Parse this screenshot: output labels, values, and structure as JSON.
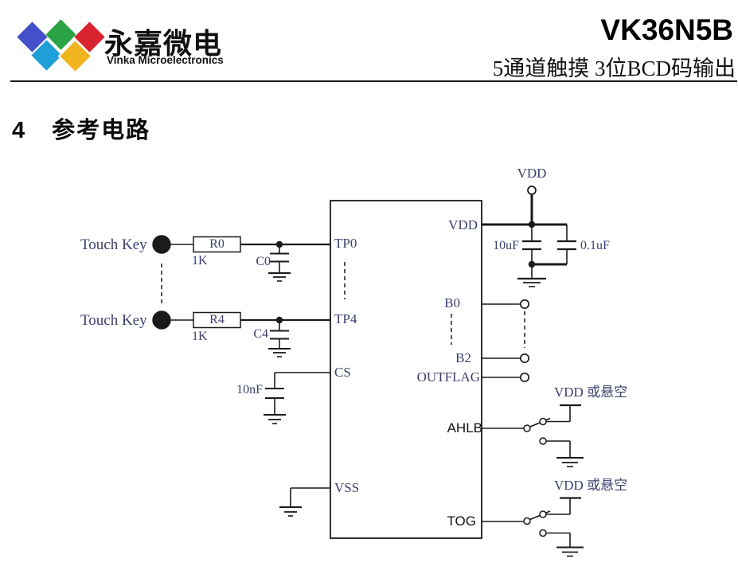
{
  "header": {
    "company_cn": "永嘉微电",
    "company_en": "Vinka Microelectronics",
    "part_number": "VK36N5B",
    "subtitle": "5通道触摸 3位BCD码输出",
    "logo_colors": {
      "d1": "#4450c8",
      "d2": "#29a344",
      "d3": "#d8232e",
      "d4": "#1f9fd8",
      "d5": "#f0b41f"
    }
  },
  "section": {
    "number": "4",
    "title": "参考电路"
  },
  "circuit": {
    "colors": {
      "label": "#3a3f6b",
      "wire": "#1a1a1a",
      "black_label": "#111111"
    },
    "touch_rows": [
      {
        "key": "Touch Key",
        "resistor": "R0",
        "value": "1K",
        "cap": "C0"
      },
      {
        "key": "Touch Key",
        "resistor": "R4",
        "value": "1K",
        "cap": "C4"
      }
    ],
    "cs_cap": "10nF",
    "power": {
      "terminal": "VDD",
      "cap1": "10uF",
      "cap2": "0.1uF"
    },
    "pins": {
      "left": [
        "TP0",
        "TP4",
        "CS",
        "VSS"
      ],
      "right": [
        "VDD",
        "B0",
        "B2",
        "OUTFLAG",
        "AHLB",
        "TOG"
      ]
    },
    "options": [
      {
        "pin": "AHLB",
        "text": "VDD 或悬空"
      },
      {
        "pin": "TOG",
        "text": "VDD 或悬空"
      }
    ]
  }
}
